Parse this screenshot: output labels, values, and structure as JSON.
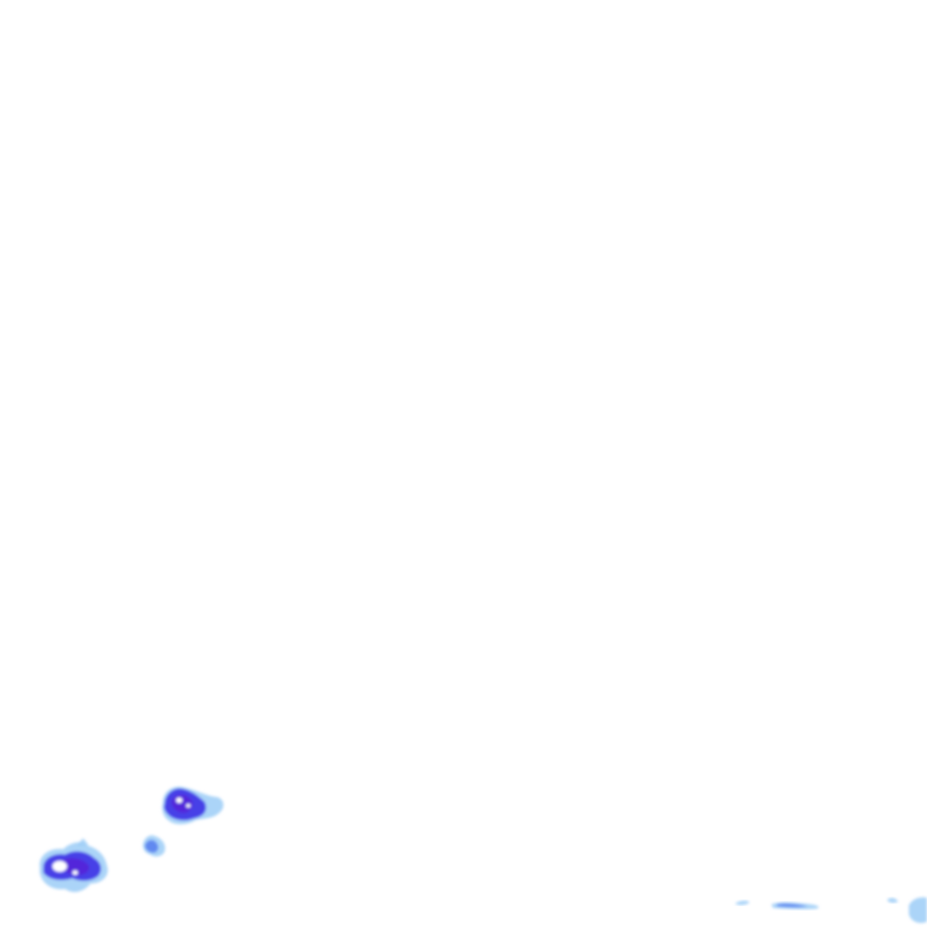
{
  "map": {
    "type": "precipitation-radar-tile",
    "background": "#ffffff",
    "colors": {
      "light": "#9ccdf7",
      "moderate": "#5a82f0",
      "heavy": "#3d32e6",
      "intense": "#5524d8"
    },
    "cells": [
      {
        "intensity": "heavy"
      },
      {
        "intensity": "heavy"
      },
      {
        "intensity": "moderate"
      },
      {
        "intensity": "light"
      },
      {
        "intensity": "light"
      },
      {
        "intensity": "light"
      },
      {
        "intensity": "light"
      }
    ]
  }
}
